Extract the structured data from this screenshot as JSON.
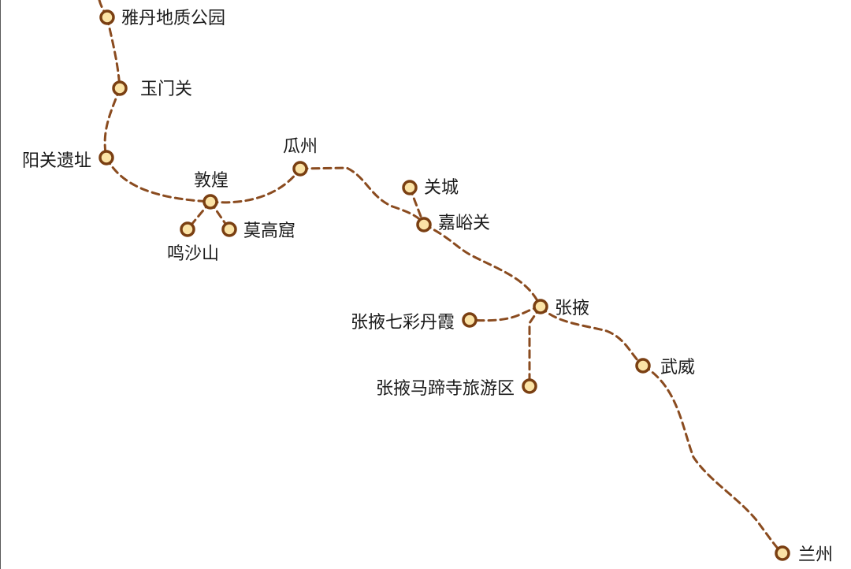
{
  "map": {
    "colors": {
      "route": "#8a4b1f",
      "stop_fill": "#fbe3a6",
      "stop_stroke": "#7a3f12",
      "label": "#1a1a1a",
      "background": "#ffffff"
    },
    "stops": [
      {
        "id": "yardang",
        "label": "雅丹地质公园"
      },
      {
        "id": "yumenguan",
        "label": "玉门关"
      },
      {
        "id": "yangguan",
        "label": "阳关遗址"
      },
      {
        "id": "dunhuang",
        "label": "敦煌"
      },
      {
        "id": "mingshashan",
        "label": "鸣沙山"
      },
      {
        "id": "mogaoku",
        "label": "莫高窟"
      },
      {
        "id": "guazhou",
        "label": "瓜州"
      },
      {
        "id": "guancheng",
        "label": "关城"
      },
      {
        "id": "jiayuguan",
        "label": "嘉峪关"
      },
      {
        "id": "zhangye",
        "label": "张掖"
      },
      {
        "id": "zhangye_danxia",
        "label": "张掖七彩丹霞"
      },
      {
        "id": "mati_si",
        "label": "张掖马蹄寺旅游区"
      },
      {
        "id": "wuwei",
        "label": "武威"
      },
      {
        "id": "lanzhou",
        "label": "兰州"
      }
    ]
  }
}
